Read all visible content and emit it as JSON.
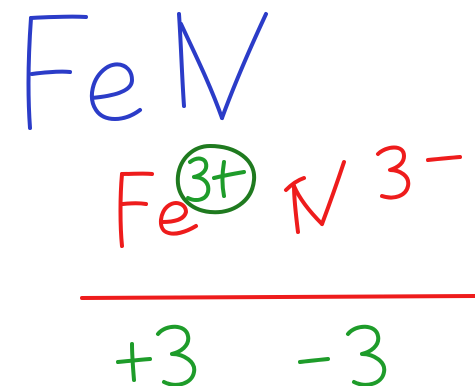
{
  "formula": "FeN",
  "cation": {
    "symbol": "Fe",
    "charge": "3+"
  },
  "anion": {
    "symbol": "N",
    "charge": "3-"
  },
  "totals": {
    "cation_total": "+3",
    "anion_total": "-3"
  },
  "colors": {
    "formula_ink": "#2b3cc8",
    "ion_ink": "#ee1c1c",
    "charge_ink": "#1e9c2a",
    "circle_ink": "#1f7a1f",
    "background": "#ffffff"
  }
}
